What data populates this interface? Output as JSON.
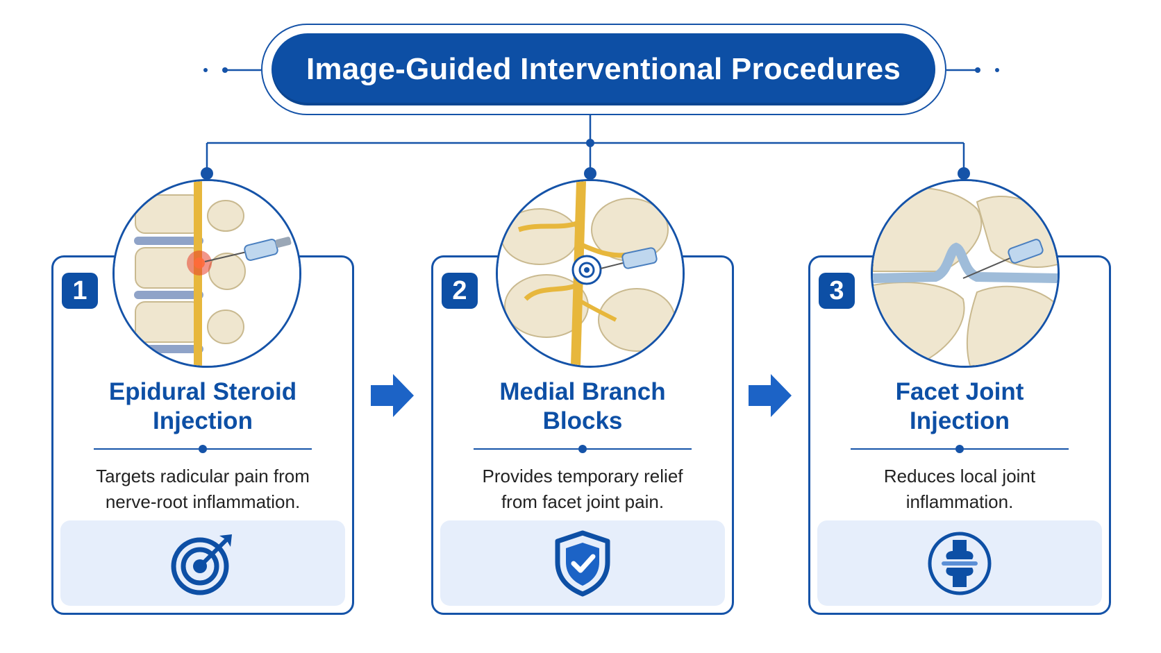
{
  "title": "Image-Guided Interventional Procedures",
  "procedures": [
    {
      "number": "1",
      "name_line1": "Epidural Steroid",
      "name_line2": "Injection",
      "desc_line1": "Targets radicular pain from",
      "desc_line2": "nerve-root inflammation.",
      "icon": "target-icon"
    },
    {
      "number": "2",
      "name_line1": "Medial Branch",
      "name_line2": "Blocks",
      "desc_line1": "Provides temporary relief",
      "desc_line2": "from facet joint pain.",
      "icon": "shield-check-icon"
    },
    {
      "number": "3",
      "name_line1": "Facet Joint",
      "name_line2": "Injection",
      "desc_line1": "Reduces local joint",
      "desc_line2": "inflammation.",
      "icon": "joint-icon"
    }
  ],
  "colors": {
    "primary": "#0d4fa5",
    "border": "#1553a8",
    "panel": "#e6eefb",
    "arrow": "#1c63c6",
    "nerve": "#e7b73c",
    "bone": "#efe6cf",
    "disc": "#8fa3c8",
    "inflammation": "#e8402a"
  }
}
